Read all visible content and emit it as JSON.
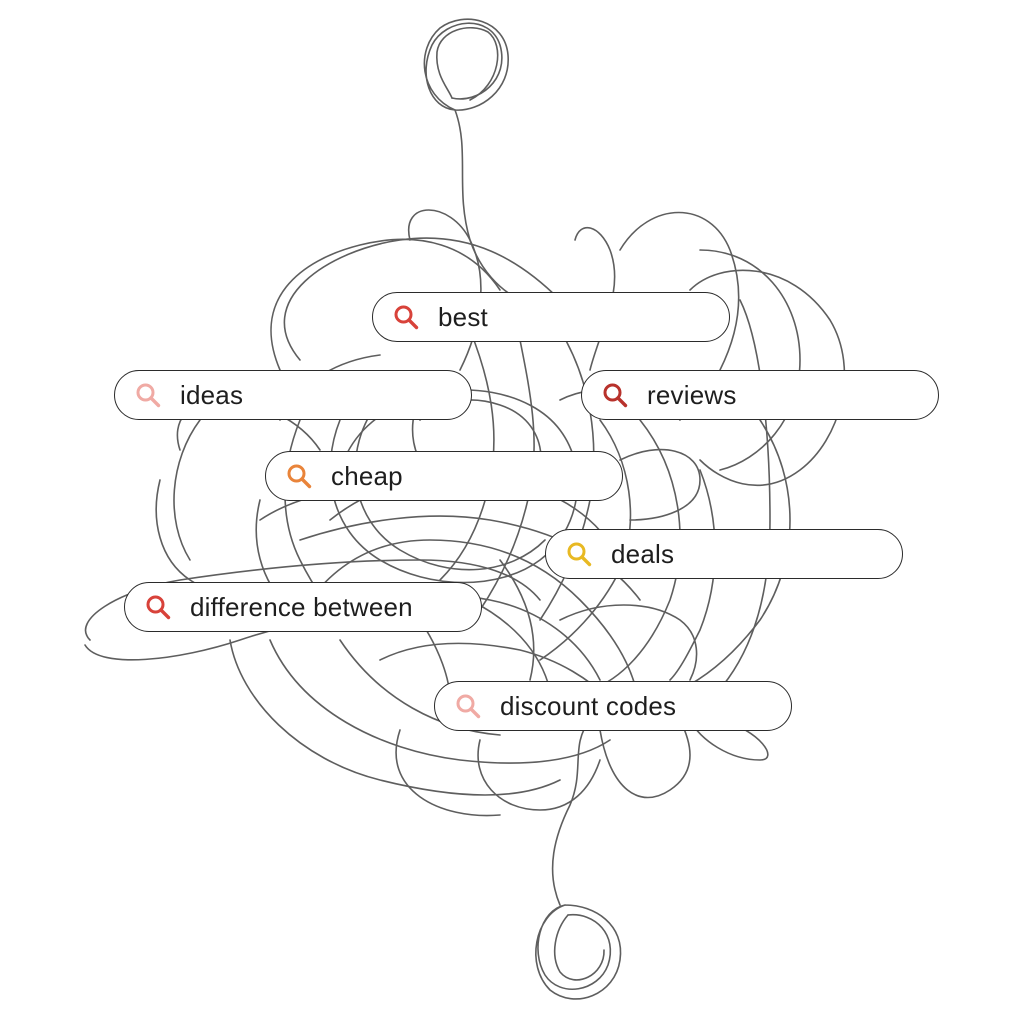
{
  "searches": [
    {
      "id": "best",
      "label": "best",
      "icon": "search-icon",
      "icon_color": "#d8423a"
    },
    {
      "id": "ideas",
      "label": "ideas",
      "icon": "search-icon",
      "icon_color": "#f0aaa4"
    },
    {
      "id": "reviews",
      "label": "reviews",
      "icon": "search-icon",
      "icon_color": "#b8322c"
    },
    {
      "id": "cheap",
      "label": "cheap",
      "icon": "search-icon",
      "icon_color": "#e9843a"
    },
    {
      "id": "deals",
      "label": "deals",
      "icon": "search-icon",
      "icon_color": "#e8b923"
    },
    {
      "id": "difference",
      "label": "difference between",
      "icon": "search-icon",
      "icon_color": "#d8423a"
    },
    {
      "id": "discount",
      "label": "discount codes",
      "icon": "search-icon",
      "icon_color": "#f0aaa4"
    }
  ],
  "colors": {
    "line": "#5e5e5e",
    "border": "#2b2b2b",
    "text": "#1e1e1e",
    "background": "#ffffff"
  }
}
